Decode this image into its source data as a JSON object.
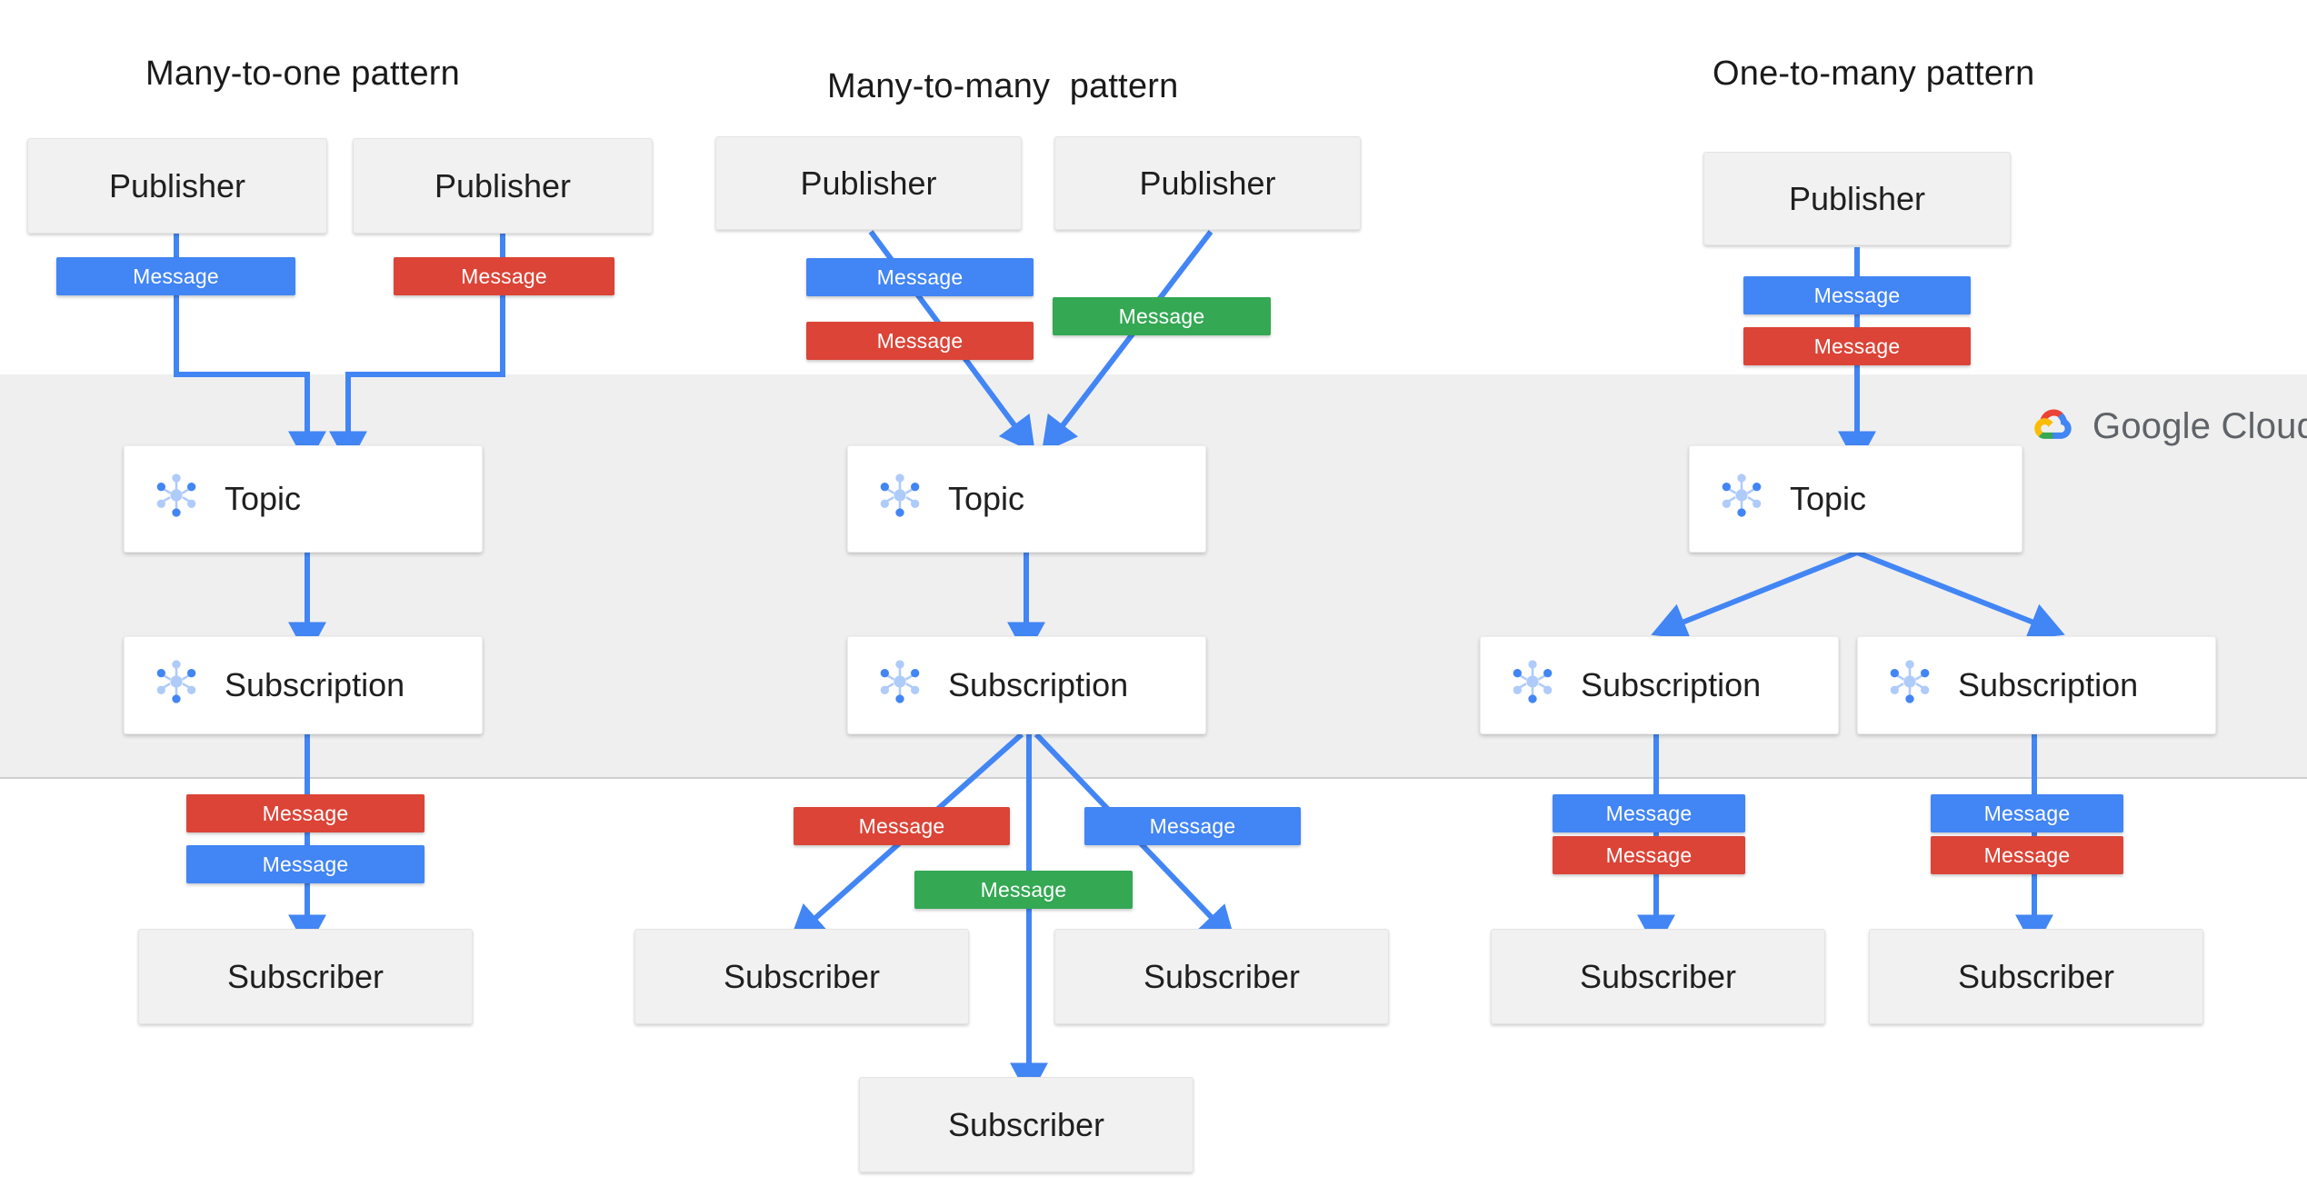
{
  "diagram": {
    "title_many_to_one": "Many-to-one pattern",
    "title_many_to_many": "Many-to-many  pattern",
    "title_one_to_many": "One-to-many pattern",
    "brand": {
      "name": "Google Cloud",
      "word_google": "Google",
      "word_cloud": "Cloud",
      "logo_colors": {
        "red": "#EA4335",
        "yellow": "#FBBC05",
        "green": "#34A853",
        "blue": "#4285F4"
      }
    },
    "colors": {
      "message_blue": "#4285F4",
      "message_red": "#DB4437",
      "message_green": "#34A853",
      "arrow_blue": "#4285F4",
      "band_gray": "#EFEFEF",
      "node_gray": "#F1F1F1",
      "service_white": "#FFFFFF",
      "text_dark": "#1F1F1F",
      "brand_gray": "#5F6368",
      "icon_light_blue": "#AECBFA",
      "icon_blue": "#4285F4"
    },
    "labels": {
      "publisher": "Publisher",
      "subscriber": "Subscriber",
      "topic": "Topic",
      "subscription": "Subscription",
      "message": "Message"
    },
    "columns": [
      {
        "id": "many-to-one",
        "title": "Many-to-one pattern",
        "publishers": [
          "Publisher",
          "Publisher"
        ],
        "publish_messages": [
          "Message",
          "Message"
        ],
        "publish_message_colors": [
          "blue",
          "red"
        ],
        "topics": [
          "Topic"
        ],
        "subscriptions": [
          "Subscription"
        ],
        "deliver_messages": [
          "Message",
          "Message"
        ],
        "deliver_message_colors": [
          "red",
          "blue"
        ],
        "subscribers": [
          "Subscriber"
        ]
      },
      {
        "id": "many-to-many",
        "title": "Many-to-many  pattern",
        "publishers": [
          "Publisher",
          "Publisher"
        ],
        "publish_messages": [
          "Message",
          "Message",
          "Message"
        ],
        "publish_message_colors": [
          "blue",
          "red",
          "green"
        ],
        "topics": [
          "Topic"
        ],
        "subscriptions": [
          "Subscription"
        ],
        "deliver_messages": [
          "Message",
          "Message",
          "Message"
        ],
        "deliver_message_colors": [
          "red",
          "blue",
          "green"
        ],
        "subscribers": [
          "Subscriber",
          "Subscriber",
          "Subscriber"
        ]
      },
      {
        "id": "one-to-many",
        "title": "One-to-many pattern",
        "publishers": [
          "Publisher"
        ],
        "publish_messages": [
          "Message",
          "Message"
        ],
        "publish_message_colors": [
          "blue",
          "red"
        ],
        "topics": [
          "Topic"
        ],
        "subscriptions": [
          "Subscription",
          "Subscription"
        ],
        "deliver_messages": [
          "Message",
          "Message",
          "Message",
          "Message"
        ],
        "deliver_message_colors": [
          "blue",
          "red",
          "blue",
          "red"
        ],
        "subscribers": [
          "Subscriber",
          "Subscriber"
        ]
      }
    ]
  }
}
